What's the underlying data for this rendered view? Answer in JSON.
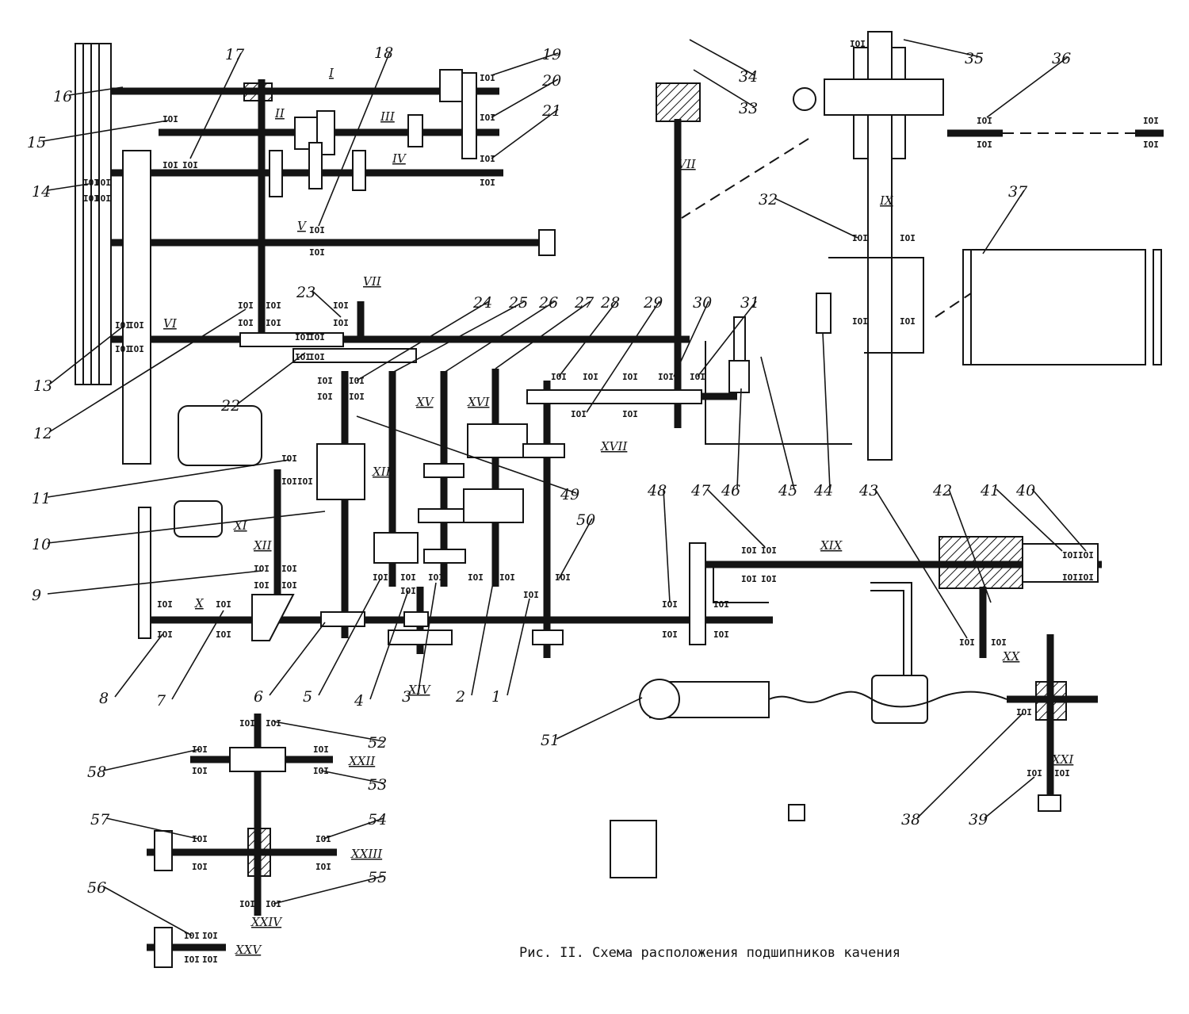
{
  "caption": "Рис. II. Схема расположения подшипников качения",
  "shaft_labels": [
    "I",
    "II",
    "III",
    "IV",
    "V",
    "VI",
    "VII",
    "VII",
    "IX",
    "X",
    "XI",
    "XII",
    "XIII",
    "XIV",
    "XV",
    "XVI",
    "XVII",
    "XIX",
    "XX",
    "XXI",
    "XXII",
    "XXIII",
    "XXIV",
    "XXV"
  ],
  "callouts": [
    "1",
    "2",
    "3",
    "4",
    "5",
    "6",
    "7",
    "8",
    "9",
    "10",
    "11",
    "12",
    "13",
    "14",
    "15",
    "16",
    "17",
    "18",
    "19",
    "20",
    "21",
    "22",
    "23",
    "24",
    "25",
    "26",
    "27",
    "28",
    "29",
    "30",
    "31",
    "32",
    "33",
    "34",
    "35",
    "36",
    "37",
    "38",
    "39",
    "40",
    "41",
    "42",
    "43",
    "44",
    "45",
    "46",
    "47",
    "48",
    "49",
    "50",
    "51",
    "52",
    "53",
    "54",
    "55",
    "56",
    "57",
    "58"
  ]
}
